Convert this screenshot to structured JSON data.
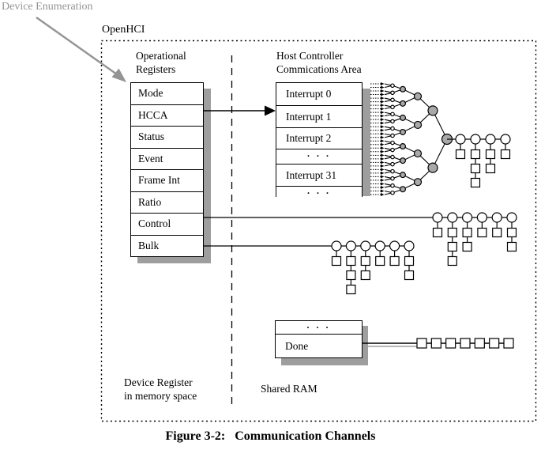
{
  "annotation": {
    "device_enumeration": "Device Enumeration"
  },
  "diagram": {
    "title": "OpenHCI",
    "caption": {
      "prefix": "Figure 3-2:",
      "text": "Communication Channels"
    },
    "left_panel": {
      "heading_line1": "Operational",
      "heading_line2": "Registers",
      "registers": [
        "Mode",
        "HCCA",
        "Status",
        "Event",
        "Frame Int",
        "Ratio",
        "Control",
        "Bulk"
      ],
      "footer_line1": "Device Register",
      "footer_line2": "in memory space"
    },
    "right_panel": {
      "heading_line1": "Host Controller",
      "heading_line2": "Commications Area",
      "interrupt_rows": [
        "Interrupt 0",
        "Interrupt 1",
        "Interrupt 2",
        ". . .",
        "Interrupt 31",
        ". . ."
      ],
      "footer": "Shared RAM",
      "done_rows": [
        ". . .",
        "Done"
      ]
    },
    "structures": {
      "interrupt_tree_leaves": 32,
      "interrupt_tree_levels": 5,
      "hcca_queue_lengths": [
        1,
        3,
        2,
        1
      ],
      "control_queue_lengths": [
        1,
        3,
        2,
        1,
        1,
        2
      ],
      "bulk_queue_lengths": [
        1,
        3,
        2,
        1,
        1,
        2
      ],
      "done_queue_length": 7
    },
    "colors": {
      "node_gray": "#a8a8a8",
      "shadow_gray": "#9e9e9e",
      "annotation_gray": "#949494"
    }
  }
}
